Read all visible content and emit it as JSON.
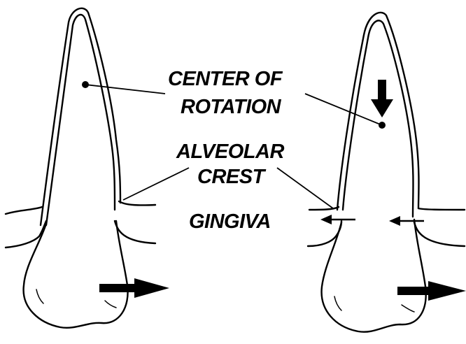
{
  "labels": {
    "center_line1": "CENTER OF",
    "center_line2": "ROTATION",
    "crest_line1": "ALVEOLAR",
    "crest_line2": "CREST",
    "gingiva": "GINGIVA"
  }
}
